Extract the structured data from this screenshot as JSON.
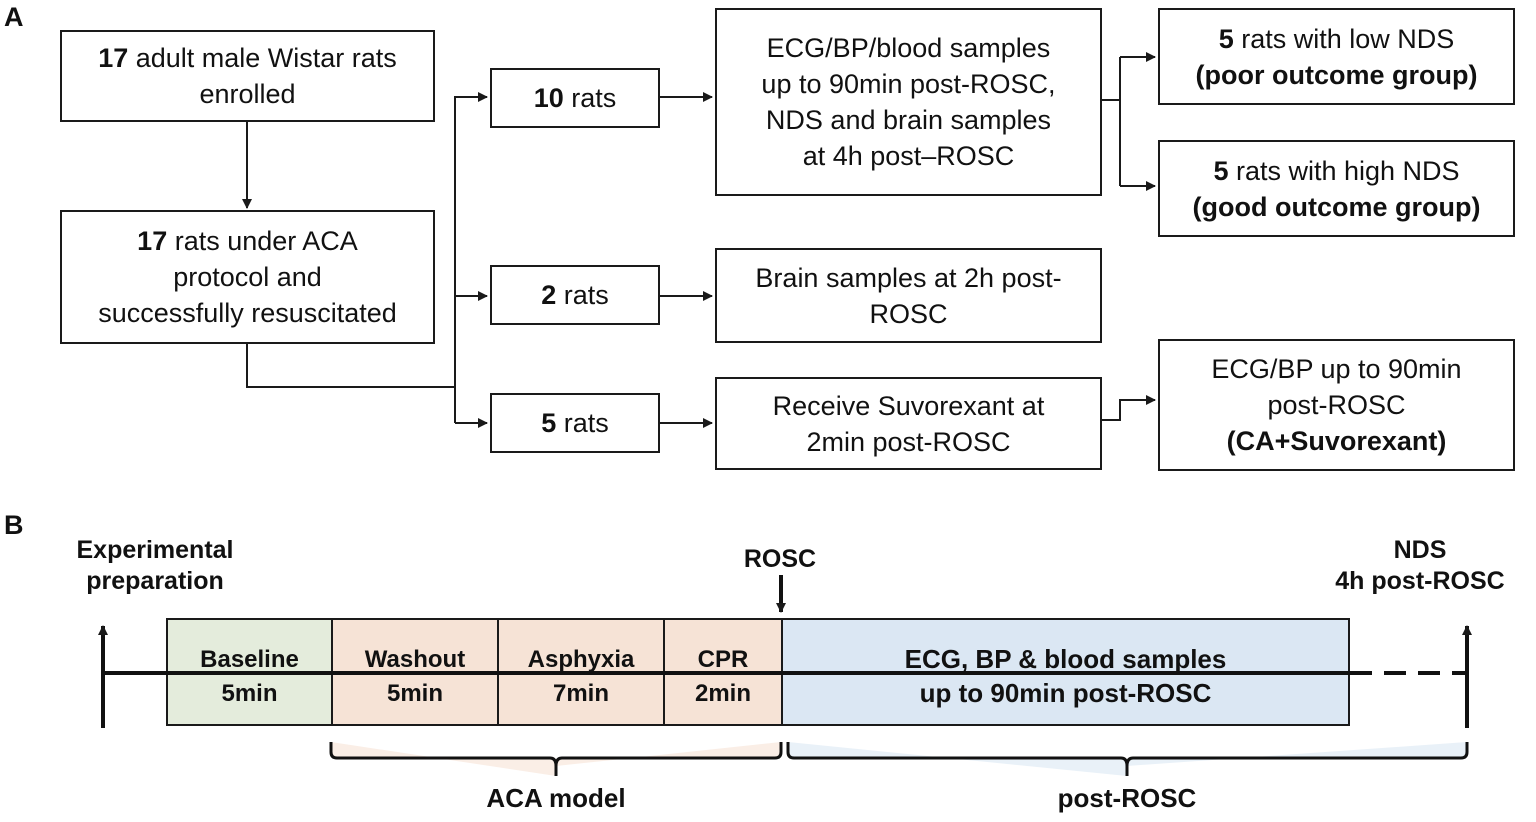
{
  "panel_a": {
    "label": "A",
    "enrolled": {
      "count": "17",
      "text": " adult male Wistar rats",
      "text2": "enrolled"
    },
    "resuscitated": {
      "count": "17",
      "text": " rats under ACA",
      "text2": "protocol and",
      "text3": "successfully resuscitated"
    },
    "group1": {
      "count": "10",
      "text": " rats"
    },
    "group2": {
      "count": "2",
      "text": " rats"
    },
    "group3": {
      "count": "5",
      "text": " rats"
    },
    "outcome_box": {
      "lines": [
        "ECG/BP/blood samples",
        "up to 90min post-ROSC,",
        "NDS and brain samples",
        "at 4h post–ROSC"
      ]
    },
    "brain_box": {
      "lines": [
        "Brain samples at 2h post-",
        "ROSC"
      ]
    },
    "suvorexant_box": {
      "lines": [
        "Receive Suvorexant at",
        "2min post-ROSC"
      ]
    },
    "poor": {
      "count": "5",
      "text": " rats with low NDS",
      "group": "(poor outcome group)"
    },
    "good": {
      "count": "5",
      "text": " rats with high NDS",
      "group": "(good outcome group)"
    },
    "suvo_result": {
      "line1": "ECG/BP up to 90min",
      "line2": "post-ROSC",
      "group": "(CA+Suvorexant)"
    }
  },
  "panel_b": {
    "label": "B",
    "start_label": {
      "line1": "Experimental",
      "line2": "preparation"
    },
    "rosc_label": "ROSC",
    "end_label": {
      "line1": "NDS",
      "line2": "4h post-ROSC"
    },
    "segments": [
      {
        "name": "Baseline",
        "duration": "5min"
      },
      {
        "name": "Washout",
        "duration": "5min"
      },
      {
        "name": "Asphyxia",
        "duration": "7min"
      },
      {
        "name": "CPR",
        "duration": "2min"
      }
    ],
    "post_segment": {
      "line1": "ECG, BP & blood samples",
      "line2": "up to 90min post-ROSC"
    },
    "brace_left": "ACA model",
    "brace_right": "post-ROSC",
    "colors": {
      "baseline": "#e4ecdc",
      "aca": "#f6e3d6",
      "post": "#dbe7f3"
    }
  }
}
